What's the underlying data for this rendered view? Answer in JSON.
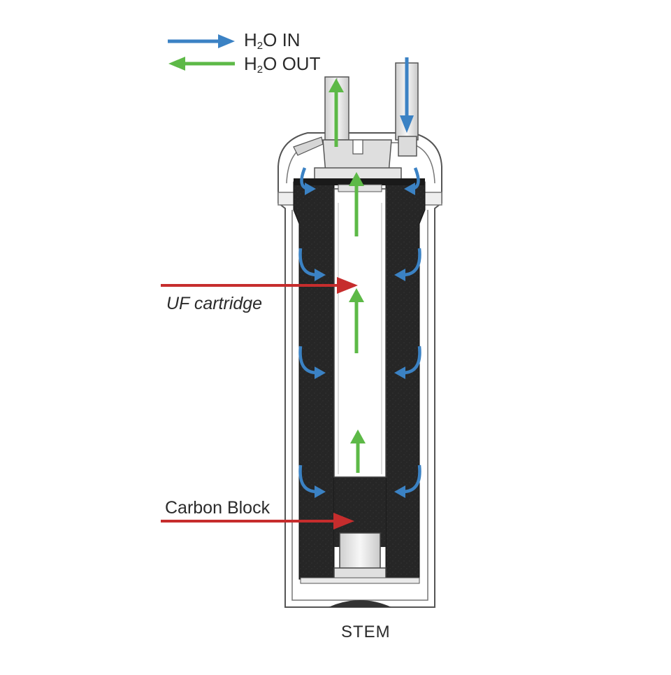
{
  "legend": {
    "in": {
      "prefix": "H",
      "sub": "2",
      "suffix": "O IN",
      "color": "#3b82c4"
    },
    "out": {
      "prefix": "H",
      "sub": "2",
      "suffix": "O OUT",
      "color": "#5db947"
    }
  },
  "callouts": {
    "uf_cartridge": "UF cartridge",
    "carbon_block": "Carbon Block"
  },
  "callout_arrow_color": "#c62d2d",
  "bottom_label": "STEM",
  "colors": {
    "carbon": "#262626",
    "housing_stroke": "#555555",
    "uf_fill": "#ffffff",
    "plastic": "#e6e6e6"
  }
}
